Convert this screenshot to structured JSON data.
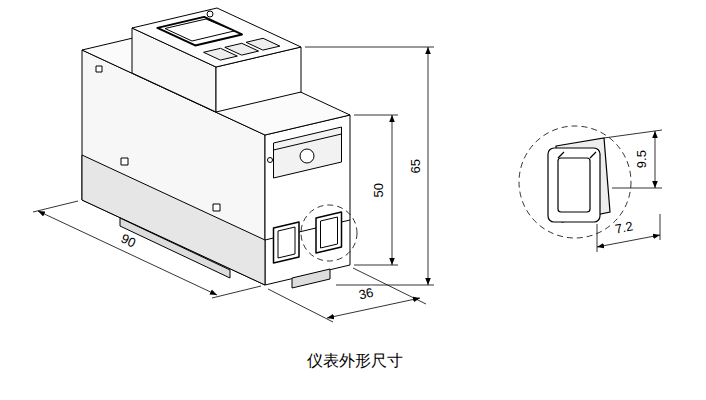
{
  "diagram": {
    "caption": "仪表外形尺寸",
    "labels": [
      "90",
      "50",
      "65",
      "36",
      "9.5",
      "7.2"
    ]
  }
}
